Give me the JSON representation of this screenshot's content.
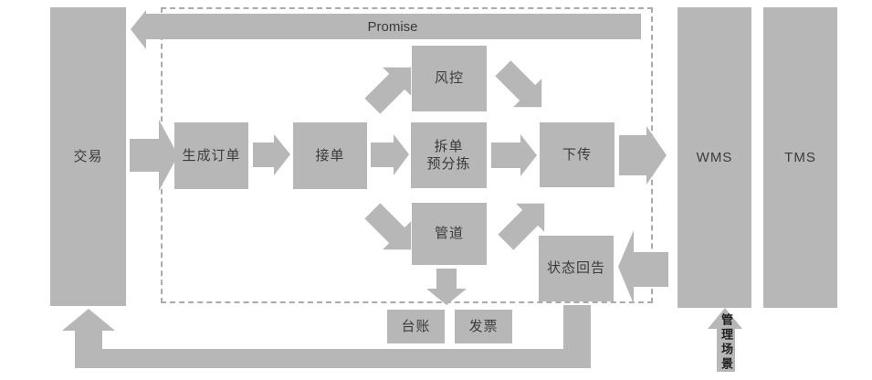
{
  "colors": {
    "shape": "#b7b7b7",
    "text": "#3b3b3b",
    "dark_text": "#1f1f1f",
    "dashed_border": "#aaaaaa",
    "background": "#ffffff"
  },
  "nodes": {
    "transaction": "交易",
    "create_order": "生成订单",
    "accept_order": "接单",
    "split_presort_line1": "拆单",
    "split_presort_line2": "预分拣",
    "risk_control": "风控",
    "pipeline": "管道",
    "download": "下传",
    "status_report": "状态回告",
    "ledger": "台账",
    "invoice": "发票",
    "wms": "WMS",
    "tms": "TMS"
  },
  "labels": {
    "promise": "Promise",
    "management_scene": "管理场景"
  }
}
